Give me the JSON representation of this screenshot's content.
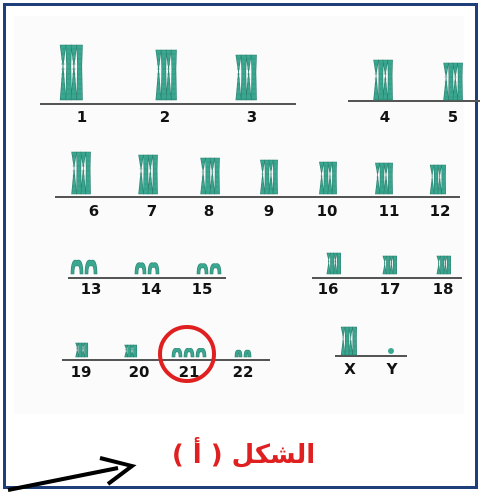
{
  "figure": {
    "caption": "الشكل ( أ )",
    "accent_color": "#e02020",
    "frame_color": "#1f3f7a",
    "chromosome_color": "#3aa891",
    "highlight": "21",
    "rows": [
      {
        "groups": [
          {
            "items": [
              "1",
              "2",
              "3"
            ]
          },
          {
            "items": [
              "4",
              "5"
            ]
          }
        ]
      },
      {
        "groups": [
          {
            "items": [
              "6",
              "7",
              "8",
              "9",
              "10",
              "11",
              "12"
            ]
          }
        ]
      },
      {
        "groups": [
          {
            "items": [
              "13",
              "14",
              "15"
            ]
          },
          {
            "items": [
              "16",
              "17",
              "18"
            ]
          }
        ]
      },
      {
        "groups": [
          {
            "items": [
              "19",
              "20",
              "21",
              "22"
            ]
          },
          {
            "items": [
              "X",
              "Y"
            ]
          }
        ]
      }
    ]
  }
}
